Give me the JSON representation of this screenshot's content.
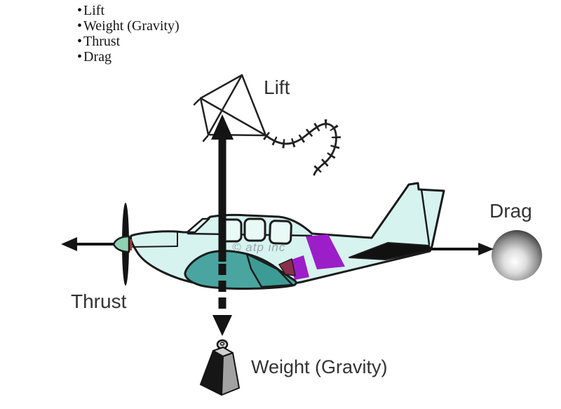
{
  "list": {
    "bullet": "•",
    "items": [
      {
        "label": "Lift"
      },
      {
        "label": "Weight (Gravity)"
      },
      {
        "label": "Thrust"
      },
      {
        "label": "Drag"
      }
    ]
  },
  "diagram": {
    "labels": {
      "lift": "Lift",
      "weight": "Weight (Gravity)",
      "thrust": "Thrust",
      "drag": "Drag"
    },
    "watermark": "© atp inc",
    "colors": {
      "arrow_black": "#141414",
      "outline": "#1b1b1b",
      "fuselage_fill": "#d6f3ef",
      "window_fill": "#e9faf6",
      "wing_teal": "#4aa5a0",
      "wing_teal_dark": "#3d9b96",
      "stripe_purple": "#9c1ec8",
      "spinner_green": "#8fd2b4",
      "label_text": "#333333",
      "watermark_gray": "#9aa6ae"
    }
  }
}
